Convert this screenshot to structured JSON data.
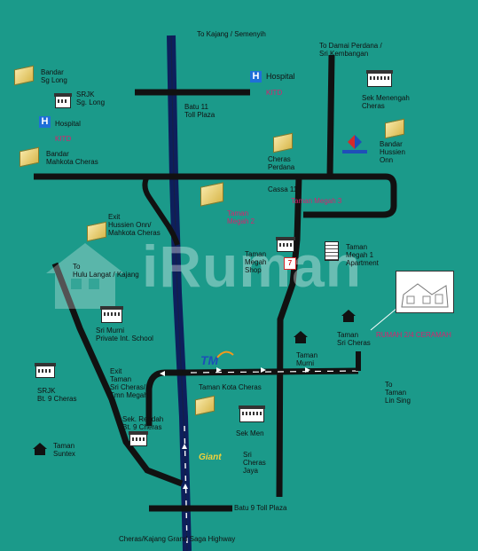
{
  "map": {
    "roads": {
      "top_to": "To Kajang / Semenyih",
      "top_right_to": "To Damai Perdana /\nSri Kembangan",
      "hulu_langat": "To\nHulu Langat / Kajang",
      "lin_sing": "To\nTaman\nLin Sing",
      "highway": "Cheras/Kajang Grand Saga Highway",
      "toll_11": "Batu 11\nToll Plaza",
      "toll_9": "Batu 9 Toll Plaza",
      "cassa": "Cassa 11"
    },
    "places": {
      "bandar_sg_long": "Bandar\nSg Long",
      "srjk_sg_long": "SRJK\nSg. Long",
      "hospital_left": "Hospital",
      "kitd_left": "KITD",
      "bandar_mahkota": "Bandar\nMahkota Cheras",
      "hospital_right": "Hospital",
      "kitd_right": "KITD",
      "sek_menengah": "Sek Menengah\nCheras",
      "bandar_hussien": "Bandar\nHussien\nOnn",
      "cheras_perdana": "Cheras\nPerdana",
      "taman_megah_3": "Taman Megah 3",
      "taman_megah_2": "Taman\nMegah 2",
      "exit_hussien": "Exit\nHussien Onn/\nMahkota Cheras",
      "taman_megah_shop": "Taman\nMegah\nShop",
      "taman_megah_1": "Taman\nMegah 1\nApartment",
      "sri_murni": "Sri Murni\nPrivate Int. School",
      "taman_murni": "Taman\nMurni",
      "taman_sri_cheras": "Taman\nSri Cheras",
      "rumah": "RUMAH 2/4 CERAMAH",
      "srjk_bt9": "SRJK\nBt. 9 Cheras",
      "exit_sri_cheras": "Exit\nTaman\nSri Cheras/\nTmn Megah",
      "taman_kota_cheras": "Taman Kota Cheras",
      "sek_rendah": "Sek. Rendah\nBt. 9 Cheras",
      "sek_men": "Sek Men",
      "sri_cheras_jaya": "Sri\nCheras\nJaya",
      "taman_suntex": "Taman\nSuntex"
    },
    "logos": {
      "tm": "TM",
      "giant": "Giant"
    },
    "watermark": "iRumah",
    "colors": {
      "background": "#1b9a8a",
      "road": "#111111",
      "highway": "#0d1f5c",
      "accent_text": "#d6246e",
      "hospital": "#1f6fd8"
    }
  }
}
